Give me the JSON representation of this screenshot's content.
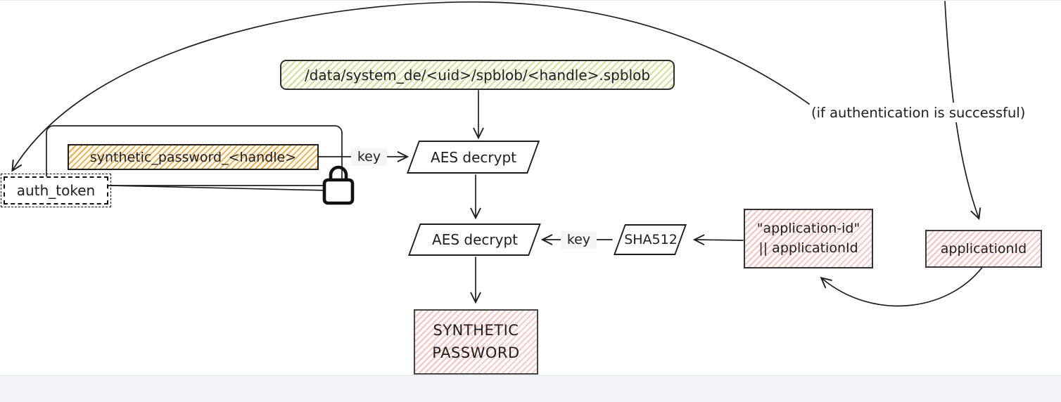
{
  "diagram": {
    "nodes": {
      "spblob_path": {
        "label": "/data/system_de/<uid>/spblob/<handle>.spblob"
      },
      "synthetic_password_handle": {
        "label": "synthetic_password_<handle>"
      },
      "auth_token": {
        "label": "auth_token"
      },
      "aes_decrypt_top": {
        "label": "AES decrypt"
      },
      "aes_decrypt_bottom": {
        "label": "AES decrypt"
      },
      "sha512": {
        "label": "SHA512"
      },
      "application_id_concat": {
        "line1": "\"application-id\"",
        "line2": "|| applicationId"
      },
      "application_id": {
        "label": "applicationId"
      },
      "synthetic_password": {
        "line1": "SYNTHETIC",
        "line2": "PASSWORD"
      }
    },
    "edge_labels": {
      "key_top": "key",
      "key_bottom": "key",
      "if_auth": "(if authentication is successful)"
    },
    "edges": [
      {
        "from": "spblob_path",
        "to": "aes_decrypt_top",
        "label": ""
      },
      {
        "from": "synthetic_password_handle",
        "to": "aes_decrypt_top",
        "label": "key"
      },
      {
        "from": "aes_decrypt_top",
        "to": "aes_decrypt_bottom",
        "label": ""
      },
      {
        "from": "sha512",
        "to": "aes_decrypt_bottom",
        "label": "key"
      },
      {
        "from": "application_id_concat",
        "to": "sha512",
        "label": ""
      },
      {
        "from": "aes_decrypt_bottom",
        "to": "synthetic_password",
        "label": ""
      },
      {
        "from": "offscreen_top",
        "to": "application_id",
        "label": "(if authentication is successful)"
      },
      {
        "from": "application_id",
        "to": "application_id_concat",
        "label": ""
      },
      {
        "from": "offscreen_top",
        "to": "auth_token",
        "label": ""
      },
      {
        "from": "auth_token",
        "to": "lock-icon",
        "label": ""
      }
    ],
    "icons": {
      "lock": "lock-icon"
    },
    "colors": {
      "stroke": "#1e1e1e",
      "green_hatch": "#cbdf93",
      "orange_hatch": "#f1ab47",
      "pink_hatch": "#f6bcb6",
      "canvas": "#ffffff",
      "bottom_bar": "#f3f5f9"
    }
  }
}
